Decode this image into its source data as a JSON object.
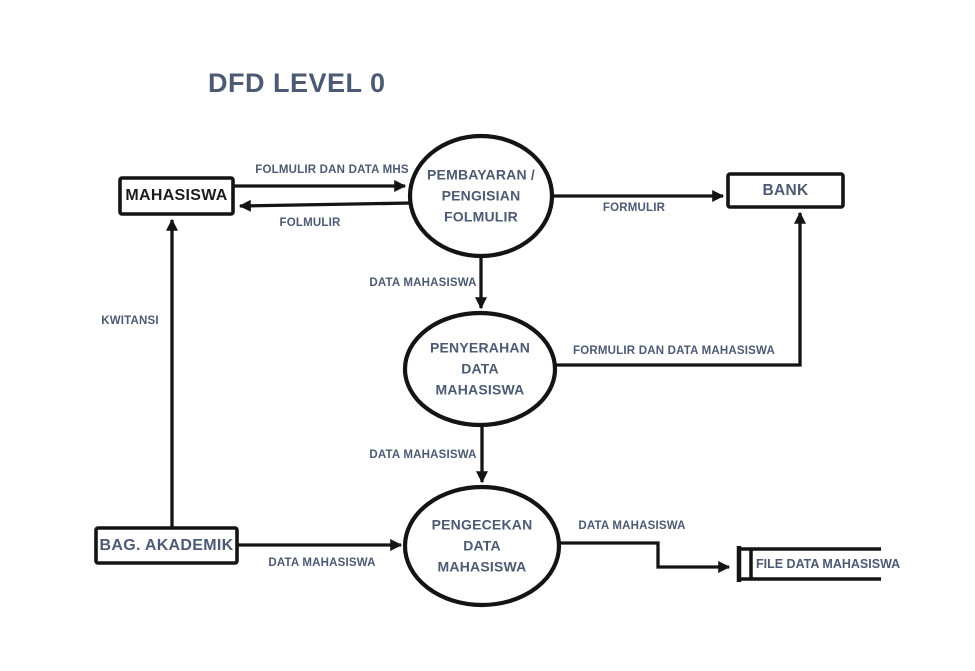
{
  "title": "DFD LEVEL 0",
  "colors": {
    "line": "#141414",
    "accent_text": "#4d5a73",
    "entity_mahasiswa_text": "#1c1c1c",
    "background": "#ffffff"
  },
  "entities": {
    "mahasiswa": {
      "label": "MAHASISWA"
    },
    "bank": {
      "label": "BANK"
    },
    "bag_akademik": {
      "label": "BAG. AKADEMIK"
    }
  },
  "processes": {
    "pembayaran": {
      "label": "PEMBAYARAN /\nPENGISIAN\nFOLMULIR"
    },
    "penyerahan": {
      "label": "PENYERAHAN\nDATA\nMAHASISWA"
    },
    "pengecekan": {
      "label": "PENGECEKAN\nDATA\nMAHASISWA"
    }
  },
  "datastore": {
    "label": "FILE DATA MAHASISWA"
  },
  "flows": {
    "folmulir_dan_data_mhs": "FOLMULIR DAN DATA MHS",
    "folmulir": "FOLMULIR",
    "formulir": "FORMULIR",
    "data_mahasiswa_1": "DATA MAHASISWA",
    "kwitansi": "KWITANSI",
    "formulir_dan_data_mahasiswa": "FORMULIR DAN DATA MAHASISWA",
    "data_mahasiswa_2": "DATA MAHASISWA",
    "data_mahasiswa_3": "DATA MAHASISWA",
    "data_mahasiswa_4": "DATA MAHASISWA"
  }
}
